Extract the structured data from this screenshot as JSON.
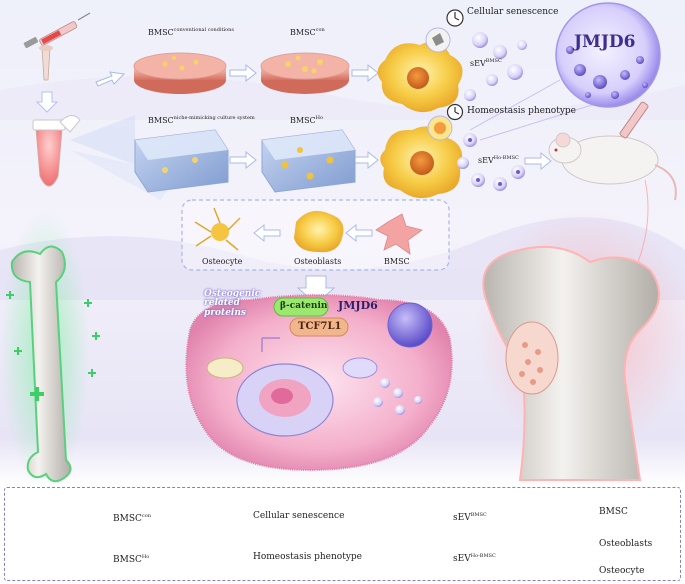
{
  "top": {
    "conventional_title": "BMSC",
    "conventional_sup": "conventional conditions",
    "con_title": "BMSC",
    "con_sup": "con",
    "niche_title": "BMSC",
    "niche_sup": "niche-mimicking culture system",
    "ho_title": "BMSC",
    "ho_sup": "Ho",
    "cellular_senescence": "Cellular senescence",
    "homeostasis_phenotype": "Homeostasis phenotype",
    "sev_bmsc": "sEV",
    "sev_bmsc_sup": "BMSC",
    "sev_ho": "sEV",
    "sev_ho_sup": "Ho-BMSC",
    "jmjd6_bubble": "JMJD6"
  },
  "differentiation": {
    "osteocyte": "Osteocyte",
    "osteoblasts": "Osteoblasts",
    "bmsc": "BMSC"
  },
  "cell": {
    "osteogenic_line1": "Osteogenic",
    "osteogenic_line2": "related",
    "osteogenic_line3": "proteins",
    "beta_catenin": "β-catenin",
    "jmjd6": "JMJD6",
    "tcf7l1": "TCF7L1"
  },
  "legend": {
    "bmsc_con": "BMSC",
    "bmsc_con_sup": "con",
    "bmsc_ho": "BMSC",
    "bmsc_ho_sup": "Ho",
    "cellular_senescence": "Cellular senescence",
    "homeostasis_phenotype": "Homeostasis phenotype",
    "sev_bmsc": "sEV",
    "sev_bmsc_sup": "BMSC",
    "sev_ho": "sEV",
    "sev_ho_sup": "Ho-BMSC",
    "bmsc": "BMSC",
    "osteoblasts": "Osteoblasts",
    "osteocyte": "Osteocyte"
  },
  "colors": {
    "accent_purple": "#7b6fd6",
    "senescent_yellow": "#f5c542",
    "bone_gray": "#d9d6d2",
    "cell_pink": "#f2a6c6",
    "green_glow": "#3fd46a",
    "red_glow": "#ff8a8a"
  }
}
